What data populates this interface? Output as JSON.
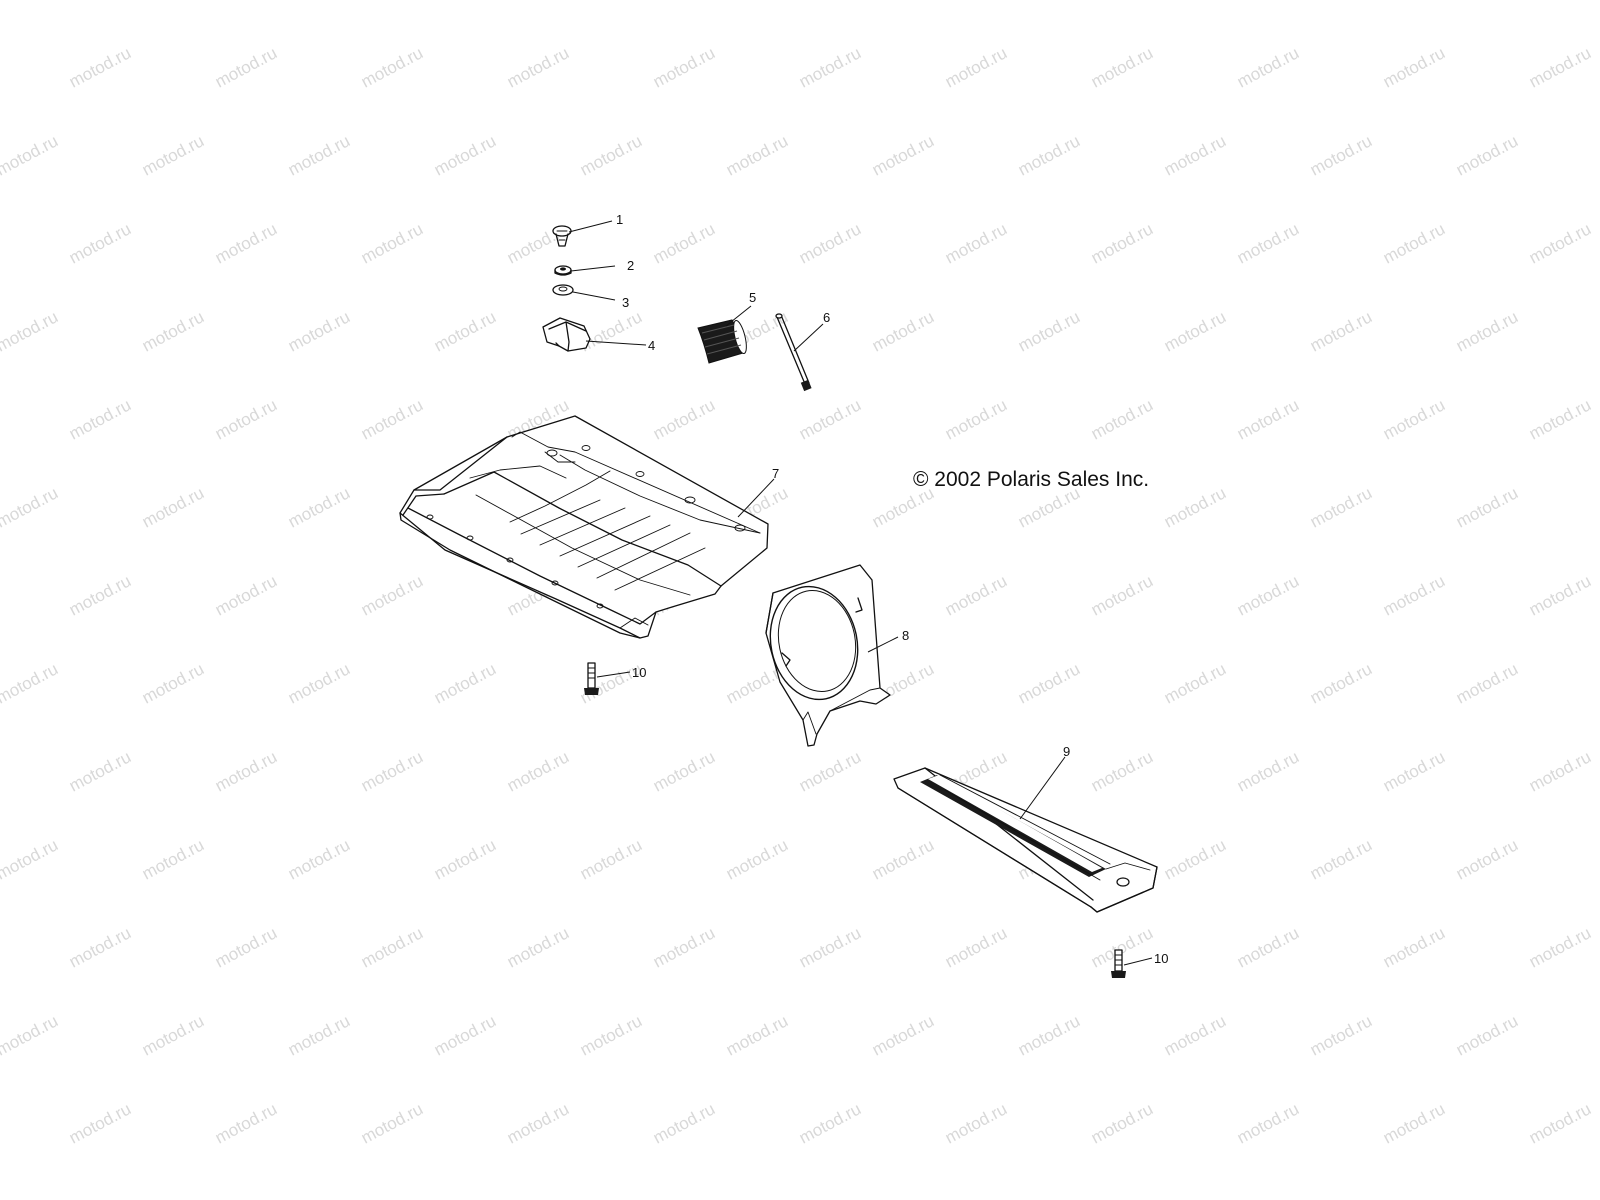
{
  "watermark": {
    "text": "motod.ru",
    "color": "#d8d8d8"
  },
  "copyright": "© 2002 Polaris Sales Inc.",
  "callouts": {
    "c1": "1",
    "c2": "2",
    "c3": "3",
    "c4": "4",
    "c5": "5",
    "c6": "6",
    "c7": "7",
    "c8": "8",
    "c9": "9",
    "c10a": "10",
    "c10b": "10"
  },
  "parts": [
    {
      "ref": "1",
      "icon": "flat-head-screw-icon"
    },
    {
      "ref": "2",
      "icon": "nut-icon"
    },
    {
      "ref": "3",
      "icon": "washer-icon"
    },
    {
      "ref": "4",
      "icon": "bracket-icon"
    },
    {
      "ref": "5",
      "icon": "grip-sleeve-icon"
    },
    {
      "ref": "6",
      "icon": "rod-icon"
    },
    {
      "ref": "7",
      "icon": "tray-panel-icon"
    },
    {
      "ref": "8",
      "icon": "fan-shroud-icon"
    },
    {
      "ref": "9",
      "icon": "step-plate-icon"
    },
    {
      "ref": "10",
      "icon": "bolt-icon"
    }
  ]
}
